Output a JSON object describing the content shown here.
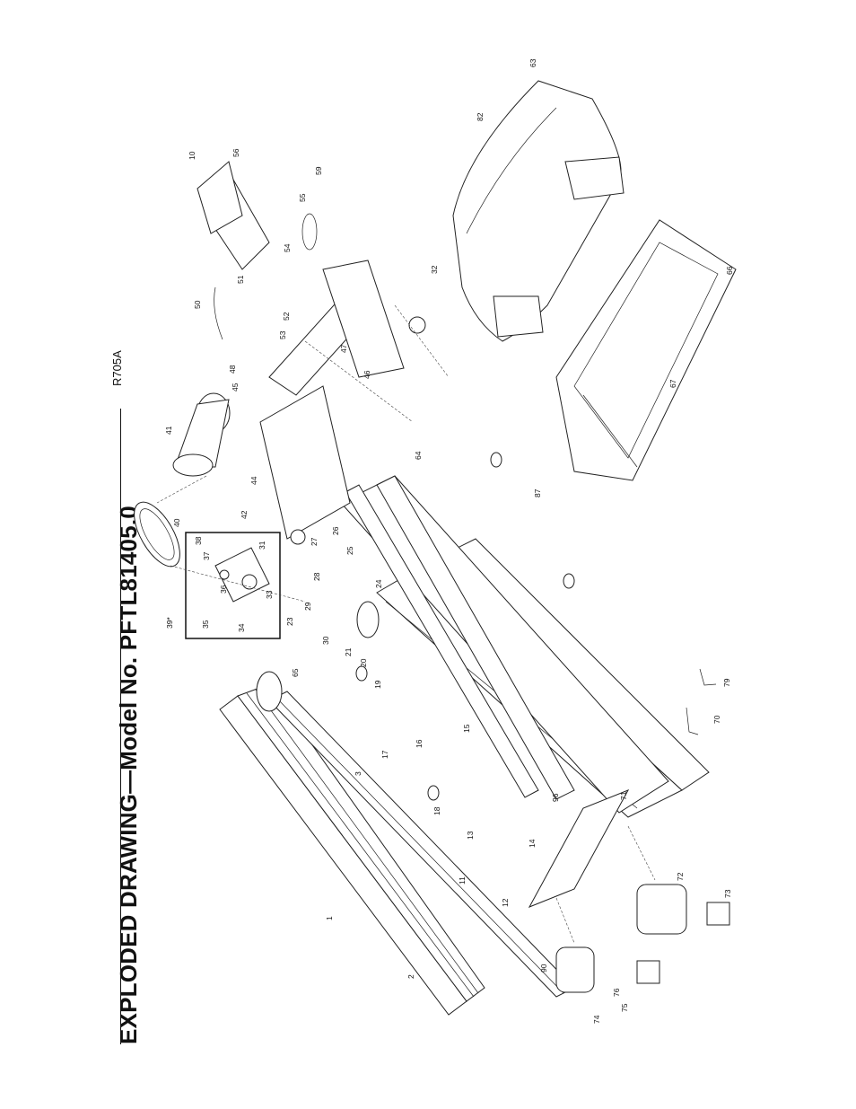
{
  "header": {
    "title": "EXPLODED DRAWING—Model No. PFTL81405.0",
    "code": "R705A"
  },
  "diagram": {
    "inset_label": "39*",
    "callouts": [
      "1",
      "2",
      "3",
      "10",
      "11",
      "12",
      "13",
      "14",
      "15",
      "16",
      "17",
      "18",
      "19",
      "20",
      "21",
      "23",
      "24",
      "25",
      "26",
      "27",
      "28",
      "29",
      "30",
      "31",
      "32",
      "33",
      "34",
      "35",
      "36",
      "37",
      "38",
      "40",
      "41",
      "42",
      "44",
      "45",
      "46",
      "47",
      "48",
      "50",
      "51",
      "52",
      "53",
      "54",
      "55",
      "56",
      "59",
      "63",
      "64",
      "65",
      "66",
      "67",
      "70",
      "71",
      "72",
      "73",
      "74",
      "75",
      "76",
      "79",
      "82",
      "87",
      "90",
      "96"
    ]
  }
}
